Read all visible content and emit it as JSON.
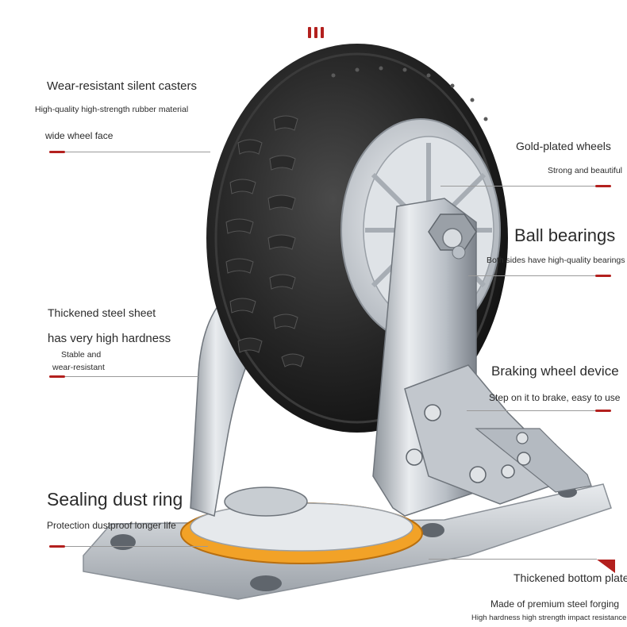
{
  "header": {
    "marks": "III"
  },
  "callouts": {
    "casters": {
      "title": "Wear-resistant silent casters",
      "line1": "High-quality high-strength rubber material",
      "line2": "wide wheel face"
    },
    "wheels": {
      "title": "Gold-plated wheels",
      "subtitle": "Strong and beautiful"
    },
    "bearings": {
      "title": "Ball bearings",
      "subtitle": "Both sides have high-quality bearings"
    },
    "steel": {
      "title": "Thickened steel sheet",
      "line1": "has very high hardness",
      "line2": "Stable and",
      "line3": "wear-resistant"
    },
    "brake": {
      "title": "Braking wheel device",
      "subtitle": "Step on it to brake, easy to use"
    },
    "seal": {
      "title": "Sealing dust ring",
      "subtitle": "Protection dustproof longer life"
    },
    "plate": {
      "title": "Thickened bottom plate",
      "line1": "Made of premium steel forging",
      "line2": "High hardness high strength impact resistance"
    }
  },
  "colors": {
    "accent_red": "#b3201e",
    "tire": "#1e1e1e",
    "steel": "#c7ccd2",
    "dust_ring": "#f2a227"
  }
}
